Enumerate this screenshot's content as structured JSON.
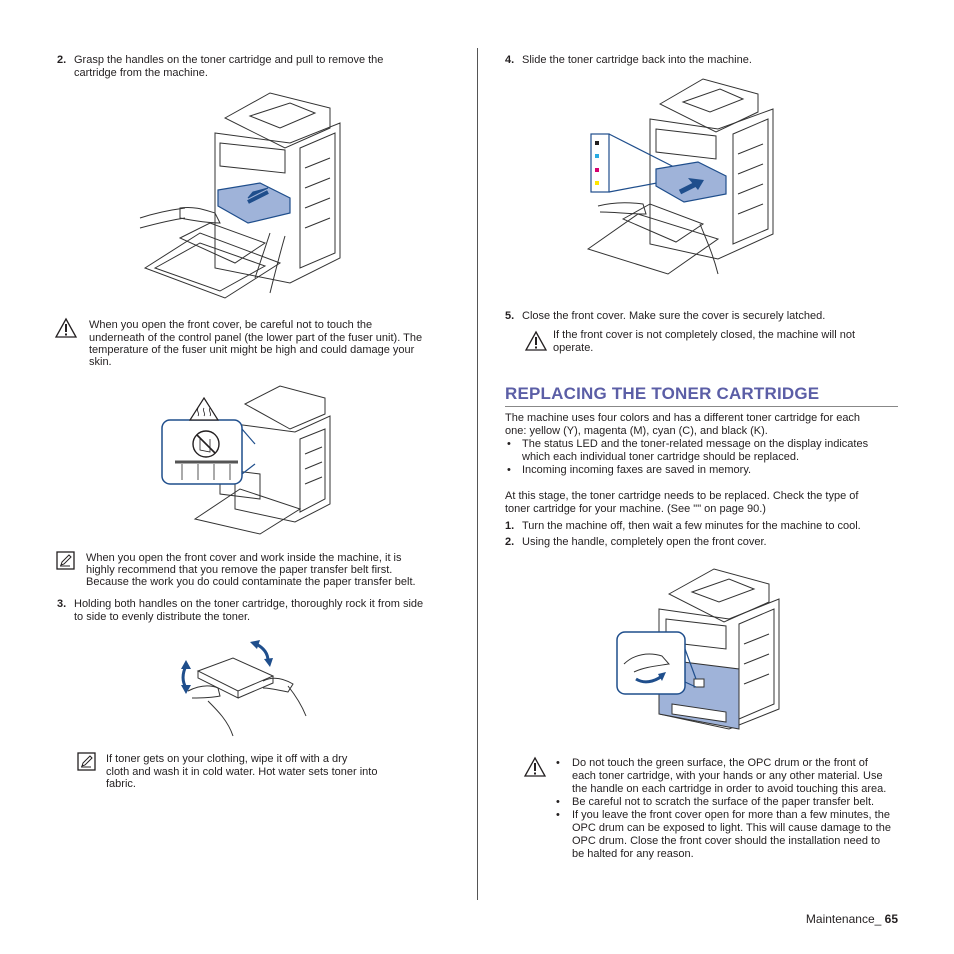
{
  "left": {
    "step2": {
      "num": "2.",
      "line1": "Grasp the handles on the toner cartridge and pull to remove the",
      "line2": "cartridge from the machine."
    },
    "caution1": {
      "line1": "When you open the front cover, be careful not to touch the",
      "line2": "underneath of the control panel (the lower part of the fuser unit). The",
      "line3": "temperature of the fuser unit might be high and could damage your",
      "line4": "skin."
    },
    "note1": {
      "line1": "When you open the front cover and work inside the machine, it is",
      "line2": "highly recommend that you remove the paper transfer belt first.",
      "line3": "Because the work you do could contaminate the paper transfer belt."
    },
    "step3": {
      "num": "3.",
      "line1": "Holding both handles on the toner cartridge, thoroughly rock it from side",
      "line2": "to side to evenly distribute the toner."
    },
    "note2": {
      "line1": "If toner gets on your clothing, wipe it off with a dry",
      "line2": "cloth and wash it in cold water. Hot water sets toner into",
      "line3": "fabric."
    }
  },
  "right": {
    "step4": {
      "num": "4.",
      "text": "Slide the toner cartridge back into the machine."
    },
    "step5": {
      "num": "5.",
      "text": "Close the front cover. Make sure the cover is securely latched."
    },
    "caution2": {
      "line1": "If the front cover is not completely closed, the machine will not",
      "line2": "operate."
    },
    "heading": "REPLACING THE TONER CARTRIDGE",
    "intro": {
      "line1": "The machine uses four colors and has a different toner cartridge for each",
      "line2": "one: yellow (Y), magenta (M), cyan (C), and black (K)."
    },
    "bullets": [
      {
        "line1": "The status LED and the toner-related message on the display indicates",
        "line2": "which each individual toner cartridge should be replaced."
      },
      {
        "line1": "Incoming incoming faxes are saved in memory.",
        "line2": ""
      }
    ],
    "stage": {
      "line1": "At this stage, the toner cartridge needs to be replaced. Check the type of",
      "line2": "toner cartridge for your machine. (See \"\" on page 90.)"
    },
    "step1": {
      "num": "1.",
      "text": "Turn the machine off, then wait a few minutes for the machine to cool."
    },
    "step2b": {
      "num": "2.",
      "text": "Using the handle, completely open the front cover."
    },
    "caution3": [
      {
        "line1": "Do not touch the green surface, the OPC drum or the front of",
        "line2": "each toner cartridge, with your hands or any other material. Use",
        "line3": "the handle on each cartridge in order to avoid touching this area."
      },
      {
        "line1": "Be careful not to scratch the surface of the paper transfer belt.",
        "line2": "",
        "line3": ""
      },
      {
        "line1": "If you leave the front cover open for more than a few minutes, the",
        "line2": "OPC drum can be exposed to light. This will cause damage to the",
        "line3": "OPC drum. Close the front cover should the installation need to",
        "line4": "be halted for any reason."
      }
    ]
  },
  "footer": {
    "label": "Maintenance_ ",
    "page": "65"
  },
  "colors": {
    "heading": "#5b5ea6",
    "accent_blue": "#1f4e8c",
    "cartridge": "#9fb3d9"
  },
  "icons": {
    "caution": "caution-triangle-icon",
    "note": "note-pencil-icon"
  }
}
